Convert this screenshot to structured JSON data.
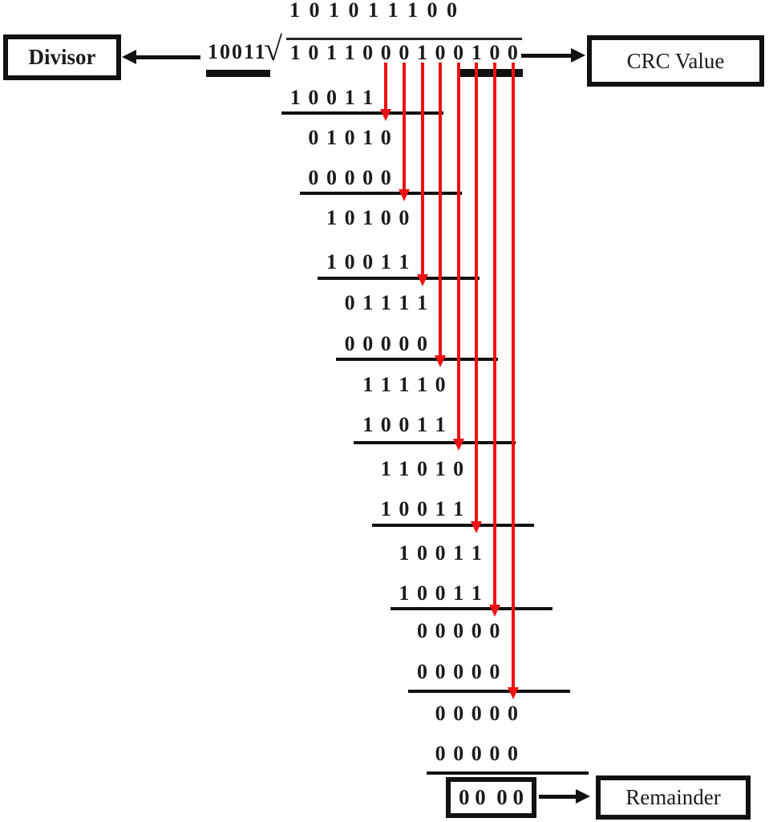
{
  "labels": {
    "divisor_box": "Divisor",
    "crc_value_box": "CRC Value",
    "remainder_box": "Remainder"
  },
  "division": {
    "quotient": "1 0 1 0 1 1 1 0 0",
    "divisor": "10011",
    "dividend": "1011000100100",
    "remainder": "0 0  0 0",
    "rows": [
      {
        "digits": "10011",
        "shift": 0,
        "underline": true
      },
      {
        "digits": "01010",
        "shift": 1,
        "underline": false
      },
      {
        "digits": "00000",
        "shift": 1,
        "underline": true
      },
      {
        "digits": "10100",
        "shift": 2,
        "underline": false
      },
      {
        "digits": "10011",
        "shift": 2,
        "underline": true
      },
      {
        "digits": "01111",
        "shift": 3,
        "underline": false
      },
      {
        "digits": "00000",
        "shift": 3,
        "underline": true
      },
      {
        "digits": "11110",
        "shift": 4,
        "underline": false
      },
      {
        "digits": "10011",
        "shift": 4,
        "underline": true
      },
      {
        "digits": "11010",
        "shift": 5,
        "underline": false
      },
      {
        "digits": "10011",
        "shift": 5,
        "underline": true
      },
      {
        "digits": "10011",
        "shift": 6,
        "underline": false
      },
      {
        "digits": "10011",
        "shift": 6,
        "underline": true
      },
      {
        "digits": "00000",
        "shift": 7,
        "underline": false
      },
      {
        "digits": "00000",
        "shift": 7,
        "underline": true
      },
      {
        "digits": "00000",
        "shift": 8,
        "underline": false
      },
      {
        "digits": "00000",
        "shift": 8,
        "underline": true
      }
    ],
    "bring_down_arrows": [
      6,
      7,
      8,
      9,
      10,
      11,
      12,
      13
    ],
    "radical_symbol": "√"
  },
  "colors": {
    "arrow_red": "#ee1111",
    "ink": "#111111"
  }
}
